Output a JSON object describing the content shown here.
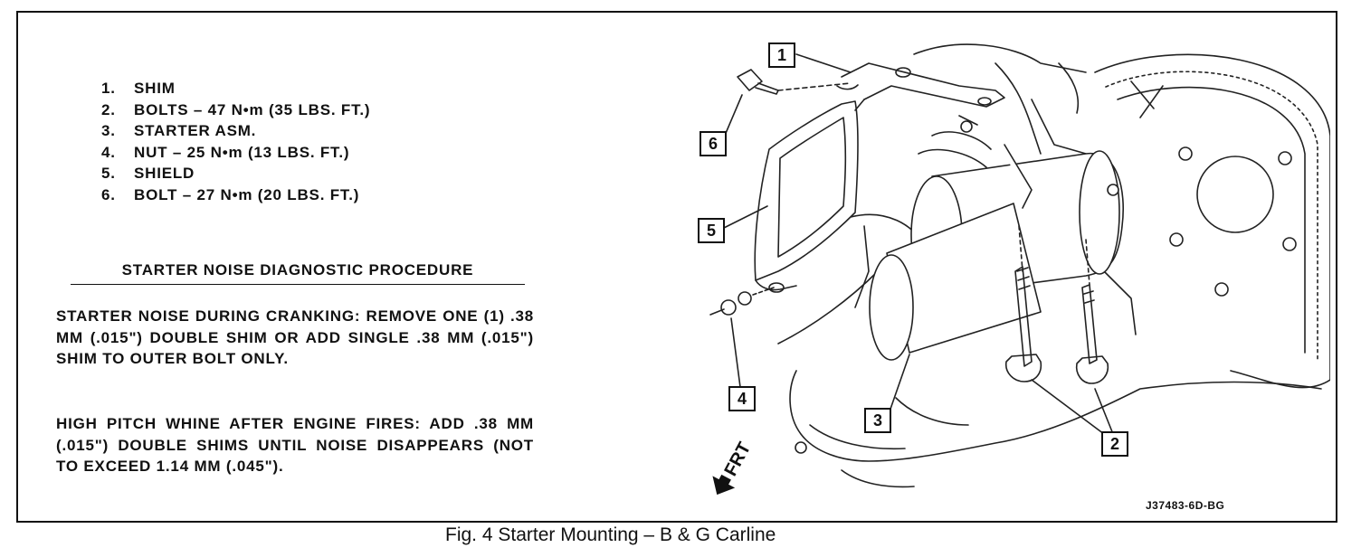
{
  "legend": {
    "items": [
      {
        "num": "1.",
        "text": "SHIM"
      },
      {
        "num": "2.",
        "text": "BOLTS – 47 N•m (35 LBS. FT.)"
      },
      {
        "num": "3.",
        "text": "STARTER ASM."
      },
      {
        "num": "4.",
        "text": "NUT – 25 N•m (13 LBS. FT.)"
      },
      {
        "num": "5.",
        "text": "SHIELD"
      },
      {
        "num": "6.",
        "text": "BOLT – 27 N•m (20 LBS. FT.)"
      }
    ]
  },
  "procedure": {
    "title": "STARTER NOISE DIAGNOSTIC PROCEDURE",
    "paragraphs": [
      "STARTER NOISE DURING CRANKING: REMOVE ONE (1) .38 MM (.015\") DOUBLE SHIM OR ADD SINGLE .38 MM (.015\") SHIM TO OUTER BOLT ONLY.",
      "HIGH PITCH WHINE AFTER ENGINE FIRES: ADD .38 MM (.015\") DOUBLE SHIMS UNTIL NOISE DISAPPEARS (NOT TO EXCEED 1.14 MM (.045\")."
    ]
  },
  "diagram": {
    "callouts": {
      "c1": "1",
      "c2": "2",
      "c3": "3",
      "c4": "4",
      "c5": "5",
      "c6": "6"
    },
    "front_label": "FRT",
    "figure_code": "J37483-6D-BG"
  },
  "caption": "Fig. 4 Starter Mounting – B & G Carline"
}
